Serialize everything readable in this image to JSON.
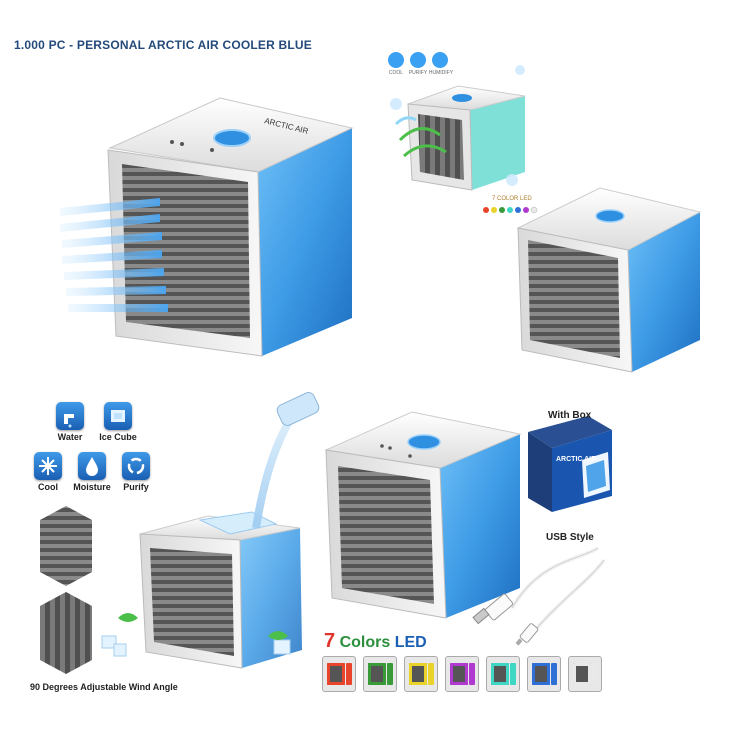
{
  "header": {
    "title": "1.000 PC  -   PERSONAL ARCTIC AIR COOLER BLUE"
  },
  "products": {
    "brand_label": "ARCTIC AIR",
    "mini_features": [
      "COOL",
      "PURIFY",
      "HUMIDIFY"
    ],
    "led_label": "7 COLOR LED"
  },
  "features": [
    {
      "label": "Water",
      "icon": "faucet-icon"
    },
    {
      "label": "Ice Cube",
      "icon": "ice-cube-icon"
    },
    {
      "label": "Cool",
      "icon": "snowflake-icon"
    },
    {
      "label": "Moisture",
      "icon": "droplet-icon"
    },
    {
      "label": "Purify",
      "icon": "recycle-icon"
    }
  ],
  "box": {
    "label": "With Box",
    "package_text": "ARCTIC AIR"
  },
  "usb": {
    "label": "USB Style"
  },
  "wind": {
    "label": "90 Degrees Adjustable Wind Angle"
  },
  "colors": {
    "title_number": "7",
    "title_word": "Colors",
    "title_led": "LED",
    "swatches": [
      "#e8452c",
      "#3a9a3a",
      "#e9d22a",
      "#b03ad0",
      "#3fd6c4",
      "#2f6fd6",
      "#e9e9e9"
    ]
  },
  "palette": {
    "cooler_blue": "#3e9be6",
    "cooler_white": "#f2f2f2",
    "grille": "#6b6b6b",
    "title_blue": "#234a7a"
  }
}
